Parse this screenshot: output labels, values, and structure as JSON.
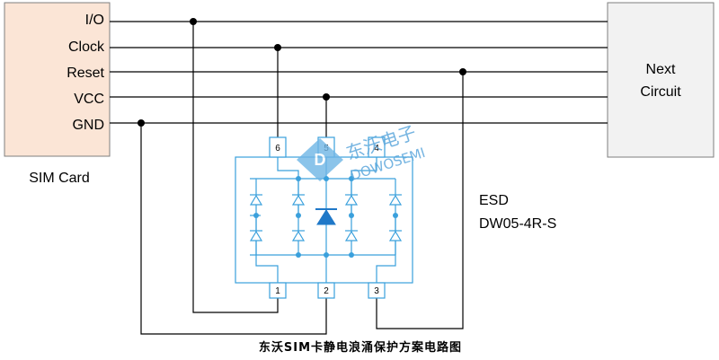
{
  "sim_card": {
    "title": "SIM Card",
    "pins": [
      "I/O",
      "Clock",
      "Reset",
      "VCC",
      "GND"
    ]
  },
  "next_circuit": {
    "line1": "Next",
    "line2": "Circuit"
  },
  "esd": {
    "line1": "ESD",
    "line2": "DW05-4R-S"
  },
  "chip_pins": {
    "p1": "1",
    "p2": "2",
    "p3": "3",
    "p4": "4",
    "p5": "5",
    "p6": "6"
  },
  "watermark": {
    "cn": "东沃电子",
    "en": "DOWOSEMI"
  },
  "caption": "东沃SIM卡静电浪涌保护方案电路图",
  "colors": {
    "sim_fill": "#fbe5d6",
    "next_fill": "#f2f2f2",
    "chip": "#3aa0dc",
    "line": "#000000"
  }
}
